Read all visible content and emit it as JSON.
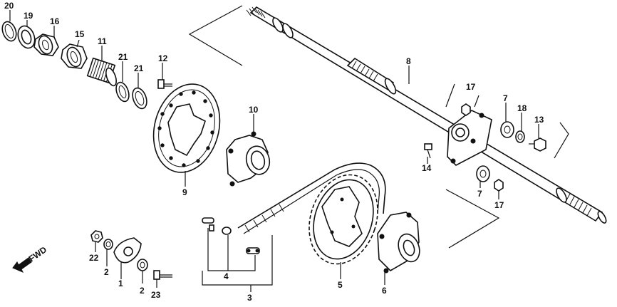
{
  "labels": {
    "p1": "1",
    "p2a": "2",
    "p2b": "2",
    "p3": "3",
    "p4": "4",
    "p5": "5",
    "p6": "6",
    "p7a": "7",
    "p7b": "7",
    "p8": "8",
    "p9": "9",
    "p10": "10",
    "p11": "11",
    "p12": "12",
    "p13": "13",
    "p14": "14",
    "p15": "15",
    "p16": "16",
    "p17a": "17",
    "p17b": "17",
    "p18": "18",
    "p19": "19",
    "p20": "20",
    "p21a": "21",
    "p21b": "21",
    "p22": "22",
    "p23": "23"
  },
  "direction": {
    "label": "FWD",
    "icon": "arrow-left-icon"
  }
}
